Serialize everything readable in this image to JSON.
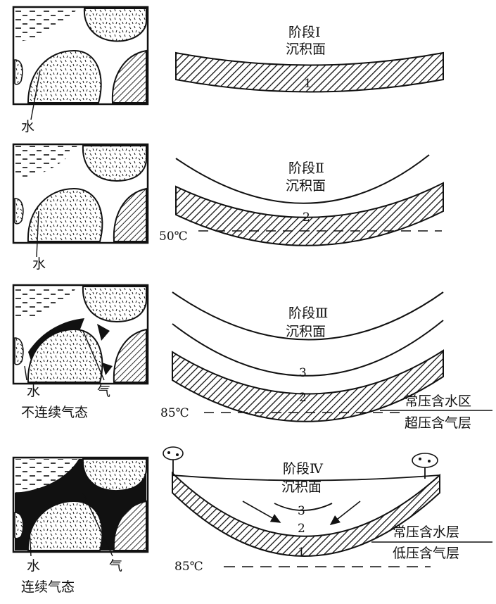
{
  "stages": [
    {
      "title": "阶段Ⅰ",
      "surface": "沉积面",
      "layers": [
        "1"
      ],
      "pore_labels": [
        "水"
      ]
    },
    {
      "title": "阶段Ⅱ",
      "surface": "沉积面",
      "layers": [
        "2"
      ],
      "temperature": "50℃",
      "pore_labels": [
        "水"
      ]
    },
    {
      "title": "阶段Ⅲ",
      "surface": "沉积面",
      "layers": [
        "3",
        "2"
      ],
      "temperature": "85℃",
      "pore_labels": [
        "水",
        "气"
      ],
      "pore_caption": "不连续气态",
      "annotations": [
        "常压含水区",
        "超压含气层"
      ]
    },
    {
      "title": "阶段Ⅳ",
      "surface": "沉积面",
      "layers": [
        "3",
        "2",
        "1"
      ],
      "temperature": "85℃",
      "pore_labels": [
        "水",
        "气"
      ],
      "pore_caption": "连续气态",
      "annotations": [
        "常压含水层",
        "低压含气层"
      ]
    }
  ],
  "colors": {
    "ink": "#111111",
    "paper": "#ffffff"
  }
}
